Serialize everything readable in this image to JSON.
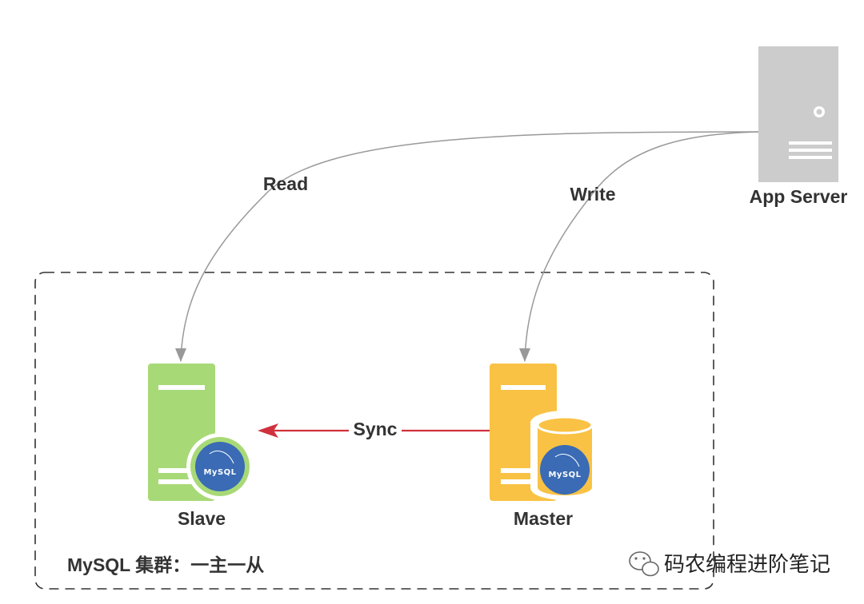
{
  "nodes": {
    "app_server": {
      "label": "App Server"
    },
    "slave": {
      "label": "Slave",
      "logo_text": "MySQL",
      "color": "#a8d977"
    },
    "master": {
      "label": "Master",
      "logo_text": "MySQL",
      "color": "#f9c244"
    }
  },
  "edges": {
    "read": {
      "label": "Read",
      "from": "App Server",
      "to": "Slave",
      "color": "#999999"
    },
    "write": {
      "label": "Write",
      "from": "App Server",
      "to": "Master",
      "color": "#999999"
    },
    "sync": {
      "label": "Sync",
      "from": "Master",
      "to": "Slave",
      "color": "#d0313c"
    }
  },
  "cluster": {
    "label": "MySQL 集群：一主一从"
  },
  "watermark": {
    "text": "码农编程进阶笔记",
    "icon": "wechat-icon"
  },
  "colors": {
    "server_gray": "#cccccc",
    "mysql_blue": "#3a6bb4",
    "text": "#333333"
  }
}
